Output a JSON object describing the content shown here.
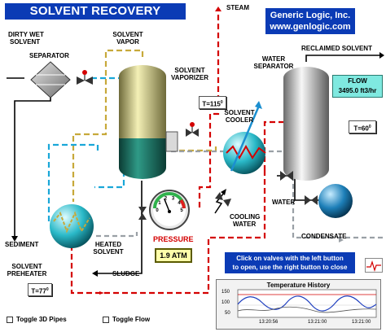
{
  "title": "SOLVENT RECOVERY SYSTEM",
  "company": {
    "name": "Generic Logic, Inc.",
    "url": "www.genlogic.com"
  },
  "labels": {
    "steam": "STEAM",
    "dirty_wet_solvent_1": "DIRTY WET",
    "dirty_wet_solvent_2": "SOLVENT",
    "separator": "SEPARATOR",
    "solvent_vapor_1": "SOLVENT",
    "solvent_vapor_2": "VAPOR",
    "solvent_vaporizer_1": "SOLVENT",
    "solvent_vaporizer_2": "VAPORIZER",
    "reclaimed_solvent": "RECLAIMED SOLVENT",
    "water_separator_1": "WATER",
    "water_separator_2": "SEPARATOR",
    "solvent_cooler_1": "SOLVENT",
    "solvent_cooler_2": "COOLER",
    "cooling_water_1": "COOLING",
    "cooling_water_2": "WATER",
    "water": "WATER",
    "condensate": "CONDENSATE",
    "sediment": "SEDIMENT",
    "heated_solvent_1": "HEATED",
    "heated_solvent_2": "SOLVENT",
    "sludge": "SLUDGE",
    "pressure": "PRESSURE",
    "solvent_preheater_1": "SOLVENT",
    "solvent_preheater_2": "PREHEATER"
  },
  "readouts": {
    "vaporizer_temp": "T=115",
    "water_sep_temp": "T=60",
    "preheater_temp": "T=77",
    "degree": "0",
    "flow_label": "FLOW",
    "flow_value": "3495.0 ft3/hr",
    "pressure_value": "1.9 ATM"
  },
  "gauge": {
    "ticks": [
      "0",
      "1",
      "2",
      "3",
      "4",
      "5"
    ],
    "value": 1.9,
    "max": 5
  },
  "info": {
    "line1": "Click on valves with the left button",
    "line2": "to open, use the right button to close"
  },
  "history": {
    "title": "Temperature History",
    "y_ticks": [
      "150",
      "100",
      "50"
    ],
    "x_ticks": [
      "13:20:56",
      "13:21:00",
      "13:21:00"
    ]
  },
  "controls": {
    "toggle_3d": "Toggle 3D Pipes",
    "toggle_flow": "Toggle Flow"
  },
  "colors": {
    "brand_blue": "#0b3bb5",
    "pipe_red": "#d40000",
    "pipe_cyan": "#19a7d8",
    "pipe_yellow": "#c7a93a",
    "vessel_teal": "#1c6f63"
  }
}
